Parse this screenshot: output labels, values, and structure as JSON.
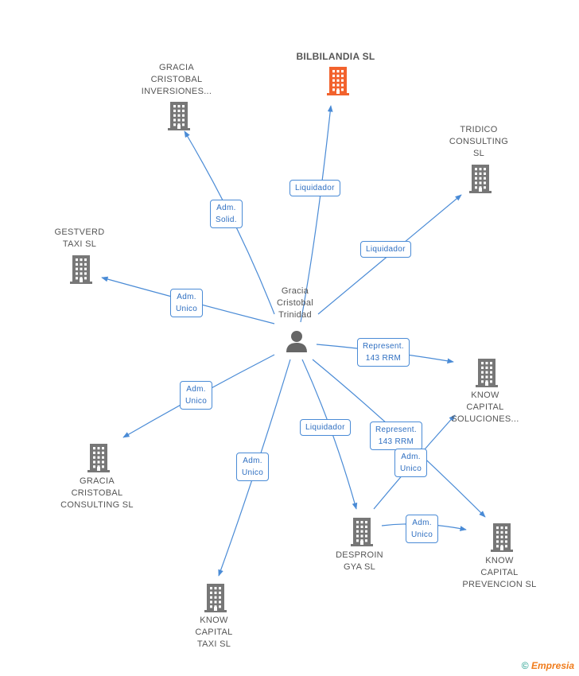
{
  "center": {
    "name": [
      "Gracia",
      "Cristobal",
      "Trinidad"
    ]
  },
  "nodes": [
    {
      "id": "bilbilandia",
      "lines": [
        "BILBILANDIA SL"
      ],
      "highlight": true
    },
    {
      "id": "gracia-inv",
      "lines": [
        "GRACIA",
        "CRISTOBAL",
        "INVERSIONES..."
      ]
    },
    {
      "id": "tridico",
      "lines": [
        "TRIDICO",
        "CONSULTING",
        "SL"
      ]
    },
    {
      "id": "gestverd",
      "lines": [
        "GESTVERD",
        "TAXI SL"
      ]
    },
    {
      "id": "know-sol",
      "lines": [
        "KNOW",
        "CAPITAL",
        "SOLUCIONES..."
      ]
    },
    {
      "id": "gracia-cons",
      "lines": [
        "GRACIA",
        "CRISTOBAL",
        "CONSULTING SL"
      ]
    },
    {
      "id": "desproin",
      "lines": [
        "DESPROIN",
        "GYA  SL"
      ]
    },
    {
      "id": "know-prev",
      "lines": [
        "KNOW",
        "CAPITAL",
        "PREVENCION SL"
      ]
    },
    {
      "id": "know-taxi",
      "lines": [
        "KNOW",
        "CAPITAL",
        "TAXI SL"
      ]
    }
  ],
  "edges": [
    {
      "id": "to-bilbilandia",
      "label": [
        "Liquidador"
      ]
    },
    {
      "id": "to-gracia-inv",
      "label": [
        "Adm.",
        "Solid."
      ]
    },
    {
      "id": "to-tridico",
      "label": [
        "Liquidador"
      ]
    },
    {
      "id": "to-gestverd",
      "label": [
        "Adm.",
        "Unico"
      ]
    },
    {
      "id": "to-know-sol",
      "label": [
        "Represent.",
        "143 RRM"
      ]
    },
    {
      "id": "to-gracia-cons",
      "label": [
        "Adm.",
        "Unico"
      ]
    },
    {
      "id": "to-know-taxi",
      "label": [
        "Adm.",
        "Unico"
      ]
    },
    {
      "id": "to-desproin",
      "label": [
        "Liquidador"
      ]
    },
    {
      "id": "to-know-prev",
      "label": [
        "Represent.",
        "143 RRM"
      ]
    },
    {
      "id": "desproin-know-sol",
      "label": [
        "Adm.",
        "Unico"
      ]
    },
    {
      "id": "desproin-know-prev",
      "label": [
        "Adm.",
        "Unico"
      ]
    }
  ],
  "colors": {
    "edge": "#4a8bd6",
    "building": "#777777",
    "highlight": "#f2622d",
    "person": "#666666"
  },
  "footer": {
    "copyright": "©",
    "brand": "Empresia"
  }
}
